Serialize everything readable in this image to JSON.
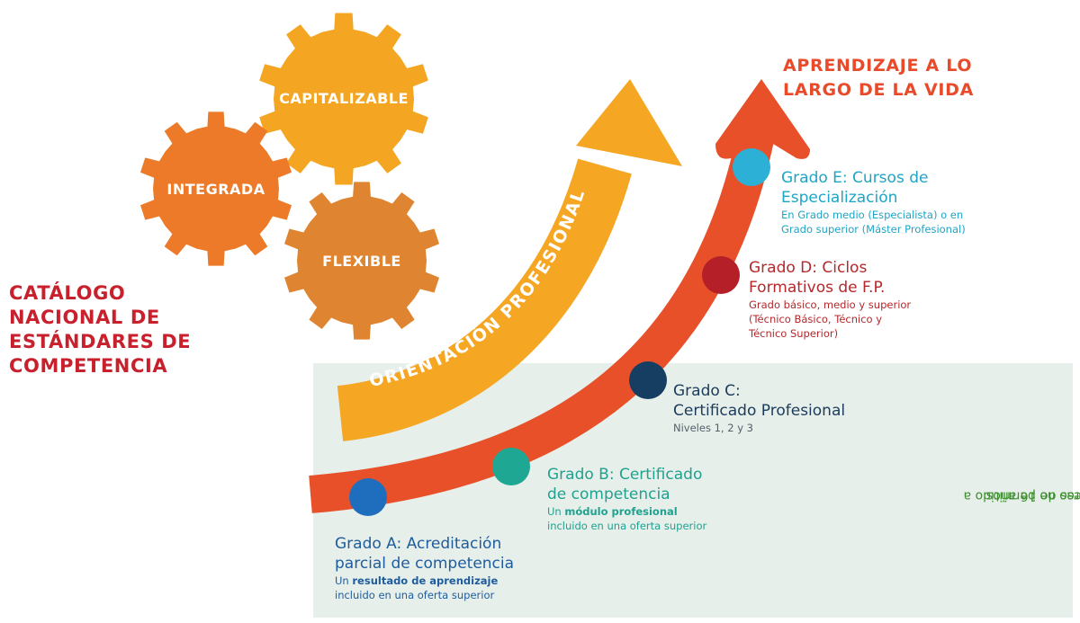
{
  "gears": {
    "capitalizable": "CAPITALIZABLE",
    "integrada": "INTEGRADA",
    "flexible": "FLEXIBLE"
  },
  "catalog_title": [
    "CATÁLOGO",
    "NACIONAL DE",
    "ESTÁNDARES DE",
    "COMPETENCIA"
  ],
  "life_title": [
    "APRENDIZAJE A LO",
    "LARGO DE LA VIDA"
  ],
  "orientation_label": "ORIENTACIÓN PROFESIONAL",
  "grades": {
    "a": {
      "title": [
        "Grado A: Acreditación",
        "parcial de competencia"
      ],
      "desc_prefix": "Un ",
      "desc_bold": "resultado de aprendizaje",
      "desc_rest": "incluido en una oferta superior"
    },
    "b": {
      "title": [
        "Grado B: Certificado",
        "de competencia"
      ],
      "desc_prefix": "Un ",
      "desc_bold": "módulo profesional",
      "desc_rest": "incluido en una oferta superior"
    },
    "c": {
      "title": [
        "Grado C:",
        "Certificado Profesional"
      ],
      "desc": "Niveles 1, 2 y 3"
    },
    "d": {
      "title": [
        "Grado D: Ciclos",
        "Formativos de F.P."
      ],
      "desc": [
        "Grado básico, medio y superior",
        "(Técnico Básico, Técnico y",
        "Técnico Superior)"
      ]
    },
    "e": {
      "title": [
        "Grado E: Cursos de",
        "Especialización"
      ],
      "desc": [
        "En Grado medio (Especialista) o en",
        "Grado superior (Máster Profesional)"
      ]
    }
  },
  "access_note": [
    "Acceso no permitido a",
    "menores de 16 años"
  ],
  "colors": {
    "gear_capitalizable": "#f4a623",
    "gear_integrada": "#ec7a28",
    "gear_flexible": "#df8430",
    "arrow_main": "#e8502a",
    "arrow_orientation": "#f5a623",
    "panel": "#e6efe9",
    "dot_a": "#1e6ebd",
    "dot_b": "#1ea893",
    "dot_c": "#163e63",
    "dot_d": "#b51f27",
    "dot_e": "#2cb0d6"
  }
}
